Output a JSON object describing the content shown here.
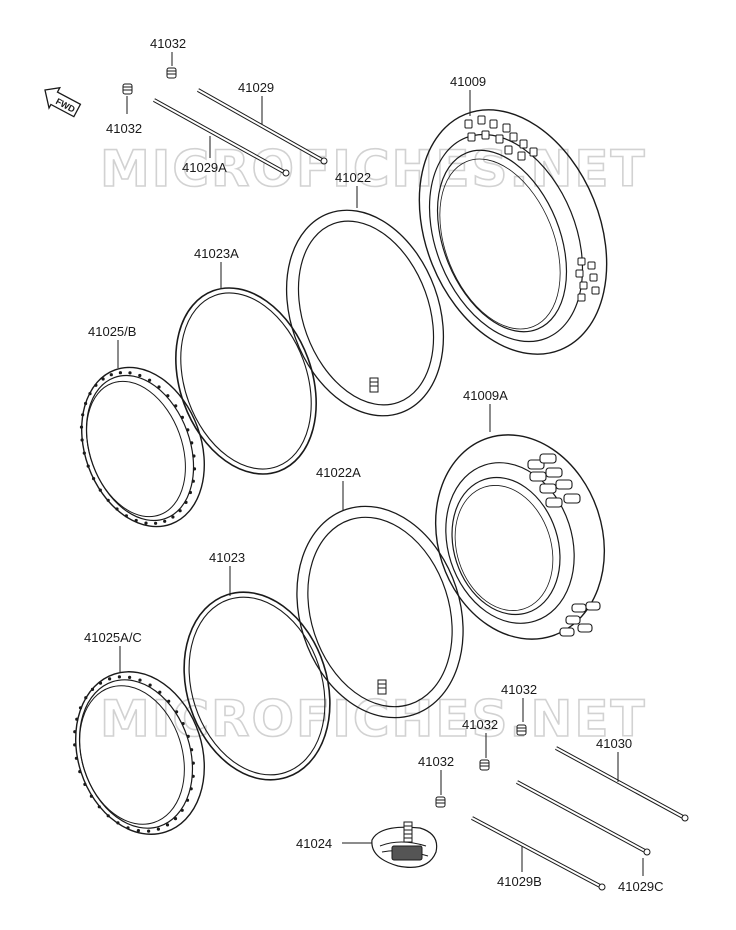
{
  "watermark": "MICROFICHES.NET",
  "direction": "FWD",
  "labels": {
    "l41032_top": "41032",
    "l41032_left": "41032",
    "l41029": "41029",
    "l41029A": "41029A",
    "l41009": "41009",
    "l41022": "41022",
    "l41023A": "41023A",
    "l41025B": "41025/B",
    "l41009A": "41009A",
    "l41022A": "41022A",
    "l41023": "41023",
    "l41025AC": "41025A/C",
    "l41032_r1": "41032",
    "l41032_r2": "41032",
    "l41032_r3": "41032",
    "l41030": "41030",
    "l41024": "41024",
    "l41029B": "41029B",
    "l41029C": "41029C"
  }
}
